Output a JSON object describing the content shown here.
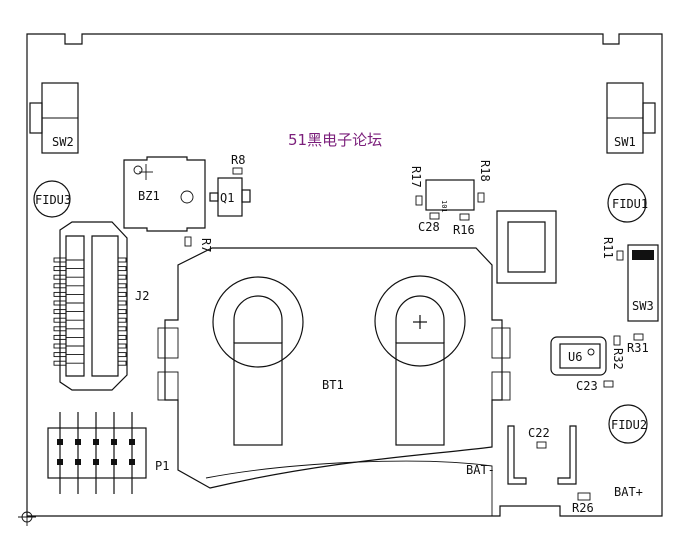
{
  "title": "51黑电子论坛",
  "labels": {
    "sw2": "SW2",
    "sw1": "SW1",
    "sw3": "SW3",
    "bz1": "BZ1",
    "r8": "R8",
    "q1": "Q1",
    "r7": "R7",
    "fidu3": "FIDU3",
    "fidu1": "FIDU1",
    "fidu2": "FIDU2",
    "r17": "R17",
    "r18": "R18",
    "c28": "C28",
    "r16": "R16",
    "r11": "R11",
    "j2": "J2",
    "bt1": "BT1",
    "u6": "U6",
    "r32": "R32",
    "r31": "R31",
    "c23": "C23",
    "c22": "C22",
    "bat_minus": "BAT-",
    "bat_plus": "BAT+",
    "r26": "R26",
    "p1": "P1",
    "ic_mark": "101"
  },
  "colors": {
    "ink": "#111111",
    "title": "#7b1f7b",
    "background": "#ffffff"
  }
}
